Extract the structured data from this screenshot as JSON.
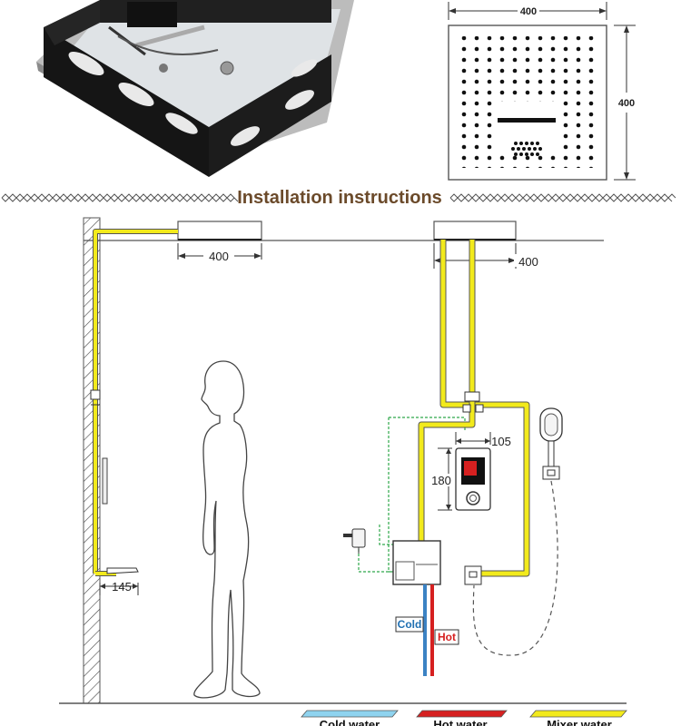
{
  "product_size": {
    "width_label": "400",
    "height_label": "400"
  },
  "section_title": "Installation instructions",
  "left_install": {
    "ceiling_label": "400",
    "wall_label": "145"
  },
  "right_install": {
    "ceiling_label": "400",
    "panel_width_label": "105",
    "panel_height_label": "180"
  },
  "supply_tags": {
    "cold": "Cold",
    "hot": "Hot"
  },
  "legend": [
    {
      "label": "Cold water",
      "color": "#8fd3ef"
    },
    {
      "label": "Hot water",
      "color": "#d62020"
    },
    {
      "label": "Mixer water",
      "color": "#f2ea1c"
    }
  ],
  "colors": {
    "pipe_mixer": "#f2ea1c",
    "pipe_cold": "#3b82c4",
    "pipe_hot": "#d62020",
    "control_wire": "#2ea84a",
    "title": "#6b4a2a"
  }
}
